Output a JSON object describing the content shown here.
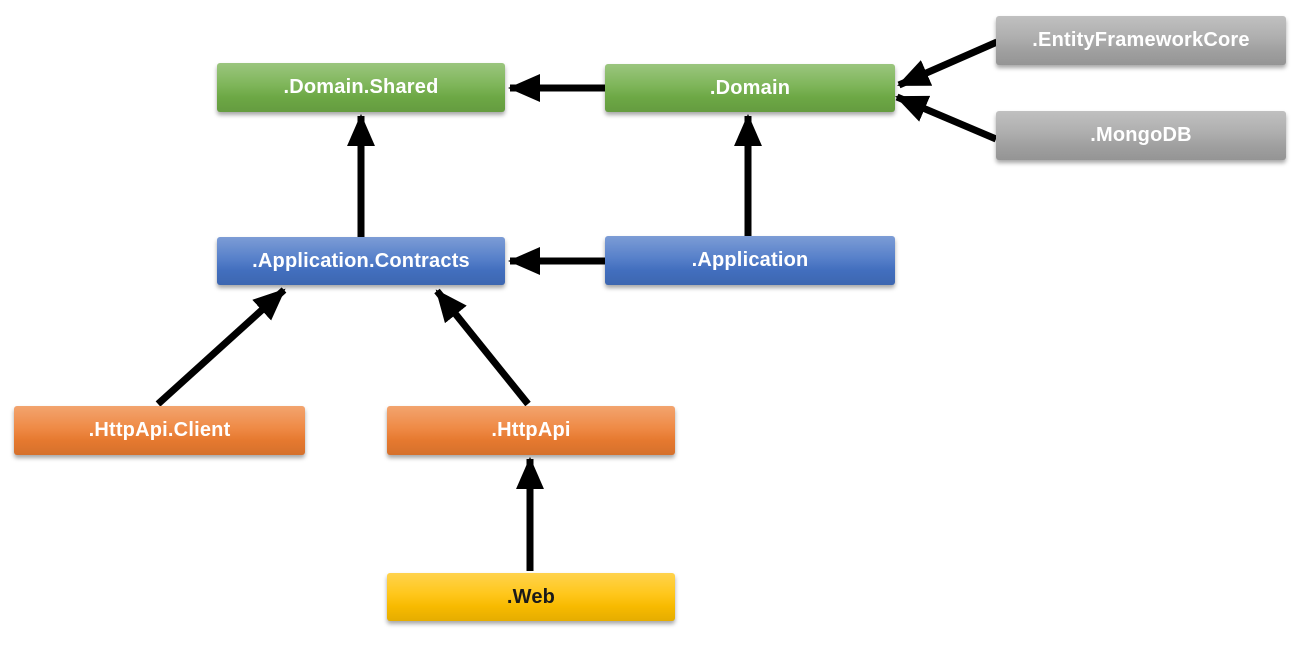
{
  "colors": {
    "green": "#70AD47",
    "blue": "#4472C4",
    "orange": "#ED7D31",
    "yellow": "#FFC000",
    "gray": "#A5A5A5",
    "arrow": "#000000",
    "label_light": "#FFFFFF",
    "label_dark": "#1A1A1A"
  },
  "nodes": {
    "domain_shared": {
      "label": ".Domain.Shared",
      "color": "green"
    },
    "domain": {
      "label": ".Domain",
      "color": "green"
    },
    "entity_framework_core": {
      "label": ".EntityFrameworkCore",
      "color": "gray"
    },
    "mongodb": {
      "label": ".MongoDB",
      "color": "gray"
    },
    "application_contracts": {
      "label": ".Application.Contracts",
      "color": "blue"
    },
    "application": {
      "label": ".Application",
      "color": "blue"
    },
    "httpapi_client": {
      "label": ".HttpApi.Client",
      "color": "orange"
    },
    "httpapi": {
      "label": ".HttpApi",
      "color": "orange"
    },
    "web": {
      "label": ".Web",
      "color": "yellow",
      "text_color": "#1A1A1A"
    }
  },
  "edges": [
    {
      "from": "domain",
      "to": "domain_shared"
    },
    {
      "from": "application_contracts",
      "to": "domain_shared"
    },
    {
      "from": "application",
      "to": "domain"
    },
    {
      "from": "application",
      "to": "application_contracts"
    },
    {
      "from": "entity_framework_core",
      "to": "domain"
    },
    {
      "from": "mongodb",
      "to": "domain"
    },
    {
      "from": "httpapi_client",
      "to": "application_contracts"
    },
    {
      "from": "httpapi",
      "to": "application_contracts"
    },
    {
      "from": "web",
      "to": "httpapi"
    }
  ]
}
